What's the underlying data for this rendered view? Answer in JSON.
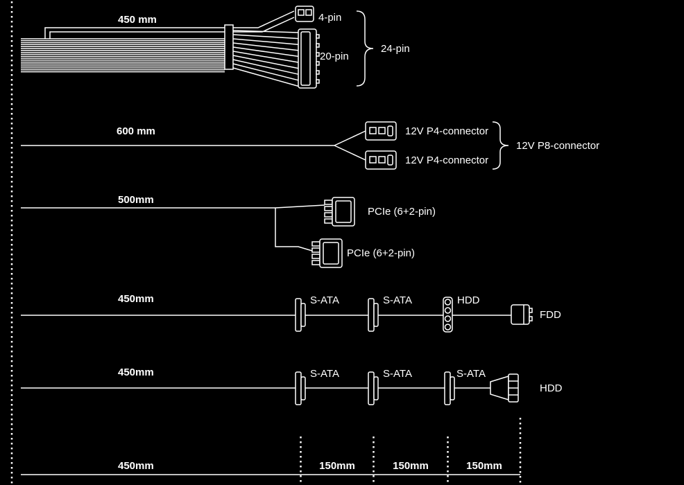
{
  "colors": {
    "background": "#000000",
    "line": "#ffffff"
  },
  "diagram": {
    "atx": {
      "length": "450 mm",
      "pin4": "4-pin",
      "pin20": "20-pin",
      "pin24": "24-pin"
    },
    "cpu": {
      "length": "600 mm",
      "p4_top": "12V P4-connector",
      "p4_bottom": "12V P4-connector",
      "p8": "12V P8-connector"
    },
    "pcie": {
      "length": "500mm",
      "top_label": "PCIe (6+2-pin)",
      "bottom_label": "PCIe (6+2-pin)"
    },
    "peripheral_fdd": {
      "length": "450mm",
      "sata1": "S-ATA",
      "sata2": "S-ATA",
      "hdd": "HDD",
      "fdd": "FDD"
    },
    "peripheral_hdd": {
      "length": "450mm",
      "sata1": "S-ATA",
      "sata2": "S-ATA",
      "sata3": "S-ATA",
      "hdd": "HDD"
    },
    "measurements": {
      "base": "450mm",
      "seg1": "150mm",
      "seg2": "150mm",
      "seg3": "150mm"
    }
  }
}
